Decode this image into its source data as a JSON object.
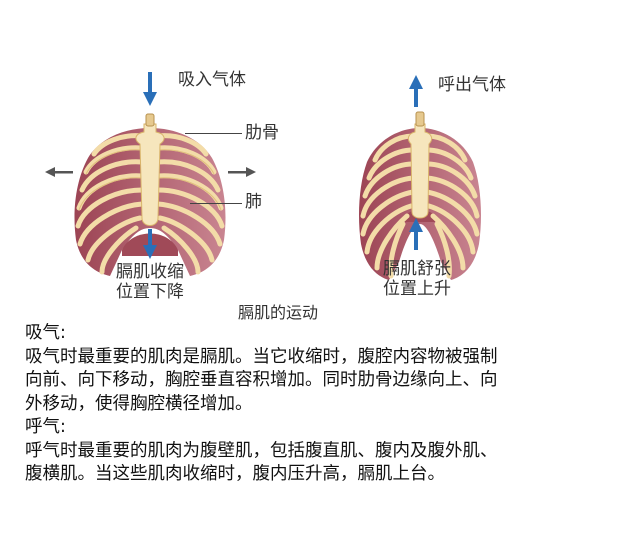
{
  "diagram": {
    "title": "膈肌的运动",
    "inhale_panel": {
      "top_label": "吸入气体",
      "rib_label": "肋骨",
      "lung_label": "肺",
      "diaphragm_caption_line1": "膈肌收缩",
      "diaphragm_caption_line2": "位置下降",
      "arrows": [
        "down-top",
        "down-bottom",
        "left",
        "right"
      ]
    },
    "exhale_panel": {
      "top_label": "呼出气体",
      "diaphragm_caption_line1": "膈肌舒张",
      "diaphragm_caption_line2": "位置上升",
      "arrows": [
        "up-top",
        "up-bottom"
      ]
    },
    "colors": {
      "arrow_blue": "#2a6fb8",
      "arrow_gray": "#555555",
      "bone": "#f3dca8",
      "bone_edge": "#d9b46a",
      "lung": "#a8505e",
      "lung_light": "#c77c86"
    }
  },
  "text": {
    "inhale_heading": "吸气:",
    "inhale_body_line1": "吸气时最重要的肌肉是膈肌。当它收缩时，腹腔内容物被强制",
    "inhale_body_line2": "向前、向下移动，胸腔垂直容积增加。同时肋骨边缘向上、向",
    "inhale_body_line3": "外移动，使得胸腔横径增加。",
    "exhale_heading": "呼气:",
    "exhale_body_line1": "呼气时最重要的肌肉为腹壁肌，包括腹直肌、腹内及腹外肌、",
    "exhale_body_line2": "腹横肌。当这些肌肉收缩时，腹内压升高，膈肌上台。"
  }
}
